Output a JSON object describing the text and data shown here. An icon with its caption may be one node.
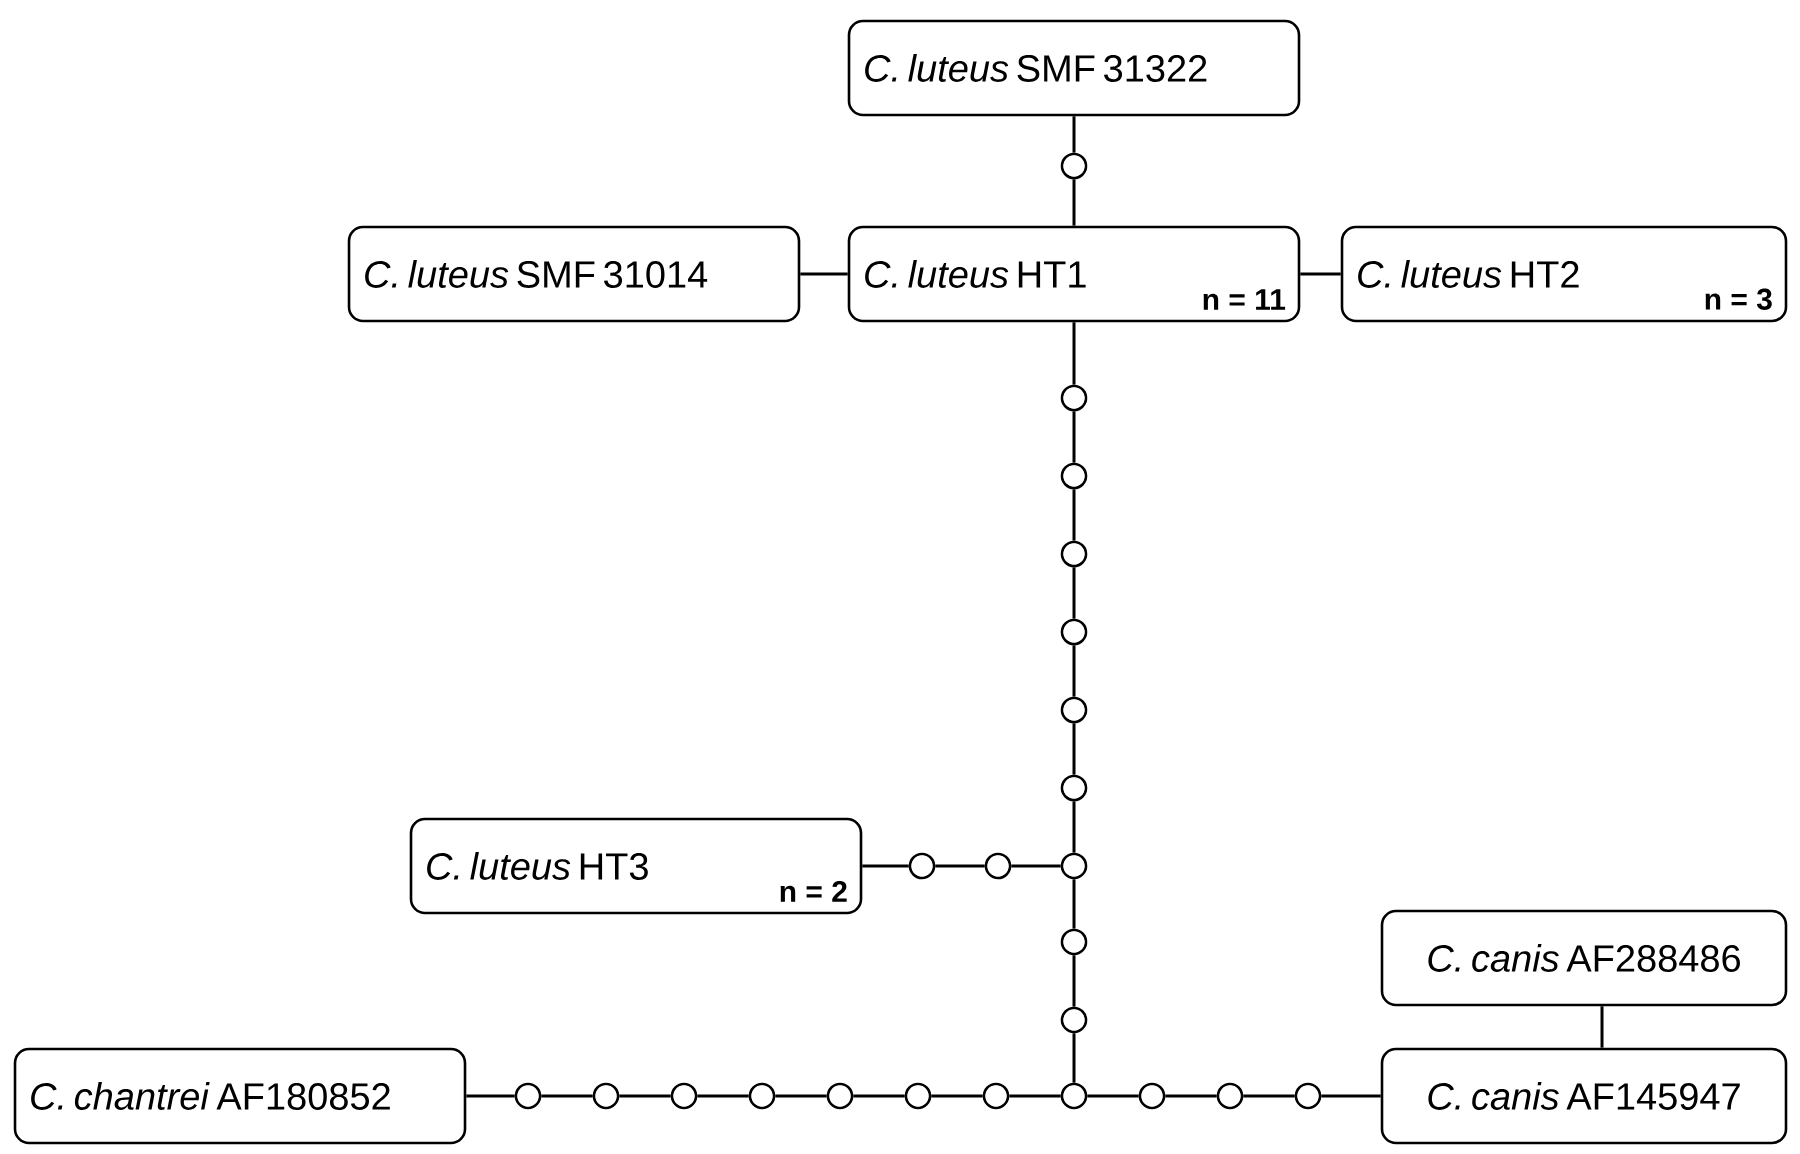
{
  "diagram": {
    "nodes": [
      {
        "text": [
          "*C. luteus* SMF 31322"
        ]
      },
      {
        "text": [
          "*C. luteus* SMF 31014"
        ]
      },
      {
        "text": [
          "*C. luteus* HT1",
          "n = 11"
        ]
      },
      {
        "text": [
          "*C. luteus* HT2",
          "n = 3"
        ]
      },
      {
        "text": [
          "*C. luteus* HT3",
          "n = 2"
        ]
      },
      {
        "text": [
          "*C. canis* AF288486"
        ]
      },
      {
        "text": [
          "*C. chantrei* AF180852"
        ]
      },
      {
        "text": [
          "*C. canis* AF145947"
        ]
      },
      {
        "text": [],
        "shape": "circle"
      },
      {
        "text": [],
        "shape": "circle"
      },
      {
        "text": [],
        "shape": "circle"
      },
      {
        "text": [],
        "shape": "circle"
      },
      {
        "text": [],
        "shape": "circle"
      },
      {
        "text": [],
        "shape": "circle"
      },
      {
        "text": [],
        "shape": "circle"
      },
      {
        "text": [],
        "shape": "circle"
      },
      {
        "text": [],
        "shape": "circle"
      },
      {
        "text": [],
        "shape": "circle"
      },
      {
        "text": [],
        "shape": "circle"
      },
      {
        "text": [],
        "shape": "circle"
      },
      {
        "text": [],
        "shape": "circle"
      },
      {
        "text": [],
        "shape": "circle"
      },
      {
        "text": [],
        "shape": "circle"
      },
      {
        "text": [],
        "shape": "circle"
      },
      {
        "text": [],
        "shape": "circle"
      },
      {
        "text": [],
        "shape": "circle"
      },
      {
        "text": [],
        "shape": "circle"
      },
      {
        "text": [],
        "shape": "circle"
      },
      {
        "text": [],
        "shape": "circle"
      },
      {
        "text": [],
        "shape": "circle"
      },
      {
        "text": [],
        "shape": "circle"
      }
    ],
    "edges": [
      {
        "from": 0,
        "to": 8,
        "arrow": "none"
      },
      {
        "from": 8,
        "to": 2,
        "arrow": "none"
      },
      {
        "from": 1,
        "to": 2,
        "arrow": "none"
      },
      {
        "from": 2,
        "to": 3,
        "arrow": "none"
      },
      {
        "from": 2,
        "to": 9,
        "arrow": "none"
      },
      {
        "from": 9,
        "to": 10,
        "arrow": "none"
      },
      {
        "from": 10,
        "to": 11,
        "arrow": "none"
      },
      {
        "from": 11,
        "to": 12,
        "arrow": "none"
      },
      {
        "from": 12,
        "to": 13,
        "arrow": "none"
      },
      {
        "from": 13,
        "to": 14,
        "arrow": "none"
      },
      {
        "from": 14,
        "to": 15,
        "arrow": "none"
      },
      {
        "from": 15,
        "to": 16,
        "arrow": "none"
      },
      {
        "from": 16,
        "to": 17,
        "arrow": "none"
      },
      {
        "from": 17,
        "to": 18,
        "arrow": "none"
      },
      {
        "from": 4,
        "to": 19,
        "arrow": "none"
      },
      {
        "from": 19,
        "to": 20,
        "arrow": "none"
      },
      {
        "from": 20,
        "to": 15,
        "arrow": "none"
      },
      {
        "from": 6,
        "to": 21,
        "arrow": "none"
      },
      {
        "from": 21,
        "to": 22,
        "arrow": "none"
      },
      {
        "from": 22,
        "to": 23,
        "arrow": "none"
      },
      {
        "from": 23,
        "to": 24,
        "arrow": "none"
      },
      {
        "from": 24,
        "to": 25,
        "arrow": "none"
      },
      {
        "from": 25,
        "to": 26,
        "arrow": "none"
      },
      {
        "from": 26,
        "to": 27,
        "arrow": "none"
      },
      {
        "from": 27,
        "to": 18,
        "arrow": "none"
      },
      {
        "from": 18,
        "to": 28,
        "arrow": "none"
      },
      {
        "from": 28,
        "to": 29,
        "arrow": "none"
      },
      {
        "from": 29,
        "to": 30,
        "arrow": "none"
      },
      {
        "from": 30,
        "to": 7,
        "arrow": "none"
      },
      {
        "from": 5,
        "to": 7,
        "arrow": "none"
      }
    ]
  }
}
